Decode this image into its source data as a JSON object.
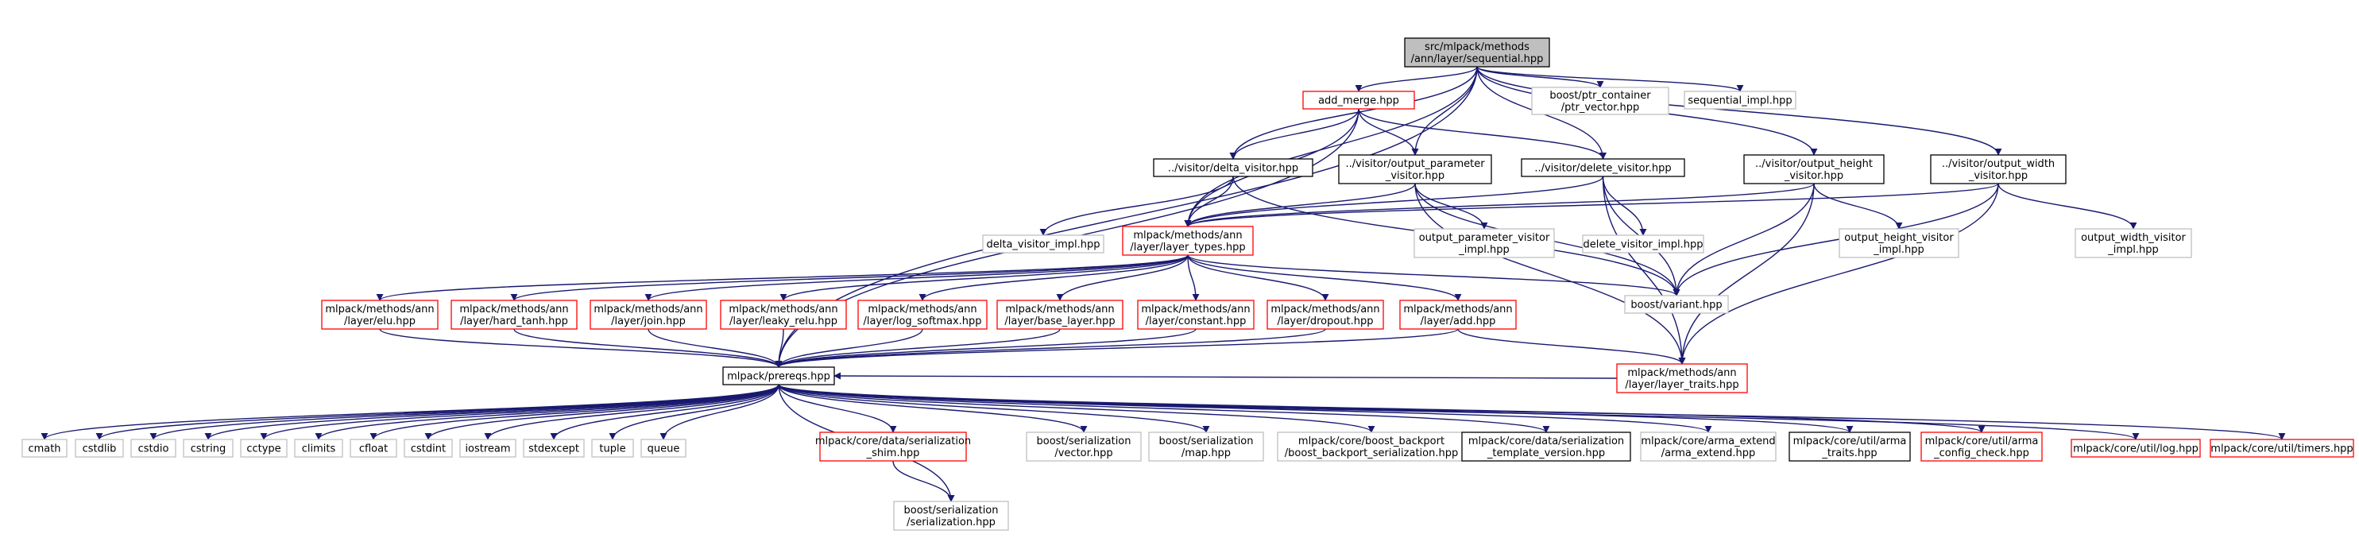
{
  "colors": {
    "edge": "#191970",
    "root_fill": "#bfbfbf",
    "box_default": "#000000",
    "box_red": "#ff0000",
    "box_grey": "#bfbfbf",
    "fill": "#ffffff",
    "text": "#000000"
  },
  "nodes": [
    {
      "id": "root",
      "lines": [
        "src/mlpack/methods",
        "/ann/layer/sequential.hpp"
      ],
      "style": "root"
    },
    {
      "id": "add_merge",
      "lines": [
        "add_merge.hpp"
      ],
      "style": "red"
    },
    {
      "id": "ptr_vector",
      "lines": [
        "boost/ptr_container",
        "/ptr_vector.hpp"
      ],
      "style": "grey"
    },
    {
      "id": "sequential_impl",
      "lines": [
        "sequential_impl.hpp"
      ],
      "style": "grey"
    },
    {
      "id": "delta_visitor",
      "lines": [
        "../visitor/delta_visitor.hpp"
      ],
      "style": "black"
    },
    {
      "id": "output_parameter_visitor",
      "lines": [
        "../visitor/output_parameter",
        "_visitor.hpp"
      ],
      "style": "black"
    },
    {
      "id": "delete_visitor",
      "lines": [
        "../visitor/delete_visitor.hpp"
      ],
      "style": "black"
    },
    {
      "id": "output_height_visitor",
      "lines": [
        "../visitor/output_height",
        "_visitor.hpp"
      ],
      "style": "black"
    },
    {
      "id": "output_width_visitor",
      "lines": [
        "../visitor/output_width",
        "_visitor.hpp"
      ],
      "style": "black"
    },
    {
      "id": "delta_visitor_impl",
      "lines": [
        "delta_visitor_impl.hpp"
      ],
      "style": "grey"
    },
    {
      "id": "layer_types",
      "lines": [
        "mlpack/methods/ann",
        "/layer/layer_types.hpp"
      ],
      "style": "red"
    },
    {
      "id": "output_parameter_visitor_impl",
      "lines": [
        "output_parameter_visitor",
        "_impl.hpp"
      ],
      "style": "grey"
    },
    {
      "id": "delete_visitor_impl",
      "lines": [
        "delete_visitor_impl.hpp"
      ],
      "style": "grey"
    },
    {
      "id": "output_height_visitor_impl",
      "lines": [
        "output_height_visitor",
        "_impl.hpp"
      ],
      "style": "grey"
    },
    {
      "id": "output_width_visitor_impl",
      "lines": [
        "output_width_visitor",
        "_impl.hpp"
      ],
      "style": "grey"
    },
    {
      "id": "elu",
      "lines": [
        "mlpack/methods/ann",
        "/layer/elu.hpp"
      ],
      "style": "red"
    },
    {
      "id": "hard_tanh",
      "lines": [
        "mlpack/methods/ann",
        "/layer/hard_tanh.hpp"
      ],
      "style": "red"
    },
    {
      "id": "join",
      "lines": [
        "mlpack/methods/ann",
        "/layer/join.hpp"
      ],
      "style": "red"
    },
    {
      "id": "leaky_relu",
      "lines": [
        "mlpack/methods/ann",
        "/layer/leaky_relu.hpp"
      ],
      "style": "red"
    },
    {
      "id": "log_softmax",
      "lines": [
        "mlpack/methods/ann",
        "/layer/log_softmax.hpp"
      ],
      "style": "red"
    },
    {
      "id": "base_layer",
      "lines": [
        "mlpack/methods/ann",
        "/layer/base_layer.hpp"
      ],
      "style": "red"
    },
    {
      "id": "constant",
      "lines": [
        "mlpack/methods/ann",
        "/layer/constant.hpp"
      ],
      "style": "red"
    },
    {
      "id": "dropout",
      "lines": [
        "mlpack/methods/ann",
        "/layer/dropout.hpp"
      ],
      "style": "red"
    },
    {
      "id": "add",
      "lines": [
        "mlpack/methods/ann",
        "/layer/add.hpp"
      ],
      "style": "red"
    },
    {
      "id": "variant",
      "lines": [
        "boost/variant.hpp"
      ],
      "style": "grey"
    },
    {
      "id": "prereqs",
      "lines": [
        "mlpack/prereqs.hpp"
      ],
      "style": "black"
    },
    {
      "id": "layer_traits",
      "lines": [
        "mlpack/methods/ann",
        "/layer/layer_traits.hpp"
      ],
      "style": "red"
    },
    {
      "id": "cmath",
      "lines": [
        "cmath"
      ],
      "style": "grey"
    },
    {
      "id": "cstdlib",
      "lines": [
        "cstdlib"
      ],
      "style": "grey"
    },
    {
      "id": "cstdio",
      "lines": [
        "cstdio"
      ],
      "style": "grey"
    },
    {
      "id": "cstring",
      "lines": [
        "cstring"
      ],
      "style": "grey"
    },
    {
      "id": "cctype",
      "lines": [
        "cctype"
      ],
      "style": "grey"
    },
    {
      "id": "climits",
      "lines": [
        "climits"
      ],
      "style": "grey"
    },
    {
      "id": "cfloat",
      "lines": [
        "cfloat"
      ],
      "style": "grey"
    },
    {
      "id": "cstdint",
      "lines": [
        "cstdint"
      ],
      "style": "grey"
    },
    {
      "id": "iostream",
      "lines": [
        "iostream"
      ],
      "style": "grey"
    },
    {
      "id": "stdexcept",
      "lines": [
        "stdexcept"
      ],
      "style": "grey"
    },
    {
      "id": "tuple",
      "lines": [
        "tuple"
      ],
      "style": "grey"
    },
    {
      "id": "queue",
      "lines": [
        "queue"
      ],
      "style": "grey"
    },
    {
      "id": "serialization_shim",
      "lines": [
        "mlpack/core/data/serialization",
        "_shim.hpp"
      ],
      "style": "red"
    },
    {
      "id": "ser_vector",
      "lines": [
        "boost/serialization",
        "/vector.hpp"
      ],
      "style": "grey"
    },
    {
      "id": "ser_map",
      "lines": [
        "boost/serialization",
        "/map.hpp"
      ],
      "style": "grey"
    },
    {
      "id": "boost_backport",
      "lines": [
        "mlpack/core/boost_backport",
        "/boost_backport_serialization.hpp"
      ],
      "style": "grey"
    },
    {
      "id": "template_version",
      "lines": [
        "mlpack/core/data/serialization",
        "_template_version.hpp"
      ],
      "style": "black"
    },
    {
      "id": "arma_extend",
      "lines": [
        "mlpack/core/arma_extend",
        "/arma_extend.hpp"
      ],
      "style": "grey"
    },
    {
      "id": "arma_traits",
      "lines": [
        "mlpack/core/util/arma",
        "_traits.hpp"
      ],
      "style": "black"
    },
    {
      "id": "arma_config_check",
      "lines": [
        "mlpack/core/util/arma",
        "_config_check.hpp"
      ],
      "style": "red"
    },
    {
      "id": "log",
      "lines": [
        "mlpack/core/util/log.hpp"
      ],
      "style": "red"
    },
    {
      "id": "timers",
      "lines": [
        "mlpack/core/util/timers.hpp"
      ],
      "style": "red"
    },
    {
      "id": "ser_serialization",
      "lines": [
        "boost/serialization",
        "/serialization.hpp"
      ],
      "style": "grey"
    }
  ],
  "edges": [
    [
      "root",
      "add_merge"
    ],
    [
      "root",
      "ptr_vector"
    ],
    [
      "root",
      "sequential_impl"
    ],
    [
      "root",
      "delta_visitor"
    ],
    [
      "root",
      "output_parameter_visitor"
    ],
    [
      "root",
      "delete_visitor"
    ],
    [
      "root",
      "output_height_visitor"
    ],
    [
      "root",
      "output_width_visitor"
    ],
    [
      "root",
      "layer_types"
    ],
    [
      "root",
      "prereqs"
    ],
    [
      "add_merge",
      "delta_visitor"
    ],
    [
      "add_merge",
      "output_parameter_visitor"
    ],
    [
      "add_merge",
      "delete_visitor"
    ],
    [
      "add_merge",
      "layer_types"
    ],
    [
      "add_merge",
      "prereqs"
    ],
    [
      "delta_visitor",
      "delta_visitor_impl"
    ],
    [
      "delta_visitor",
      "layer_types"
    ],
    [
      "delta_visitor",
      "variant"
    ],
    [
      "output_parameter_visitor",
      "output_parameter_visitor_impl"
    ],
    [
      "output_parameter_visitor",
      "layer_types"
    ],
    [
      "output_parameter_visitor",
      "variant"
    ],
    [
      "output_parameter_visitor",
      "layer_traits"
    ],
    [
      "delete_visitor",
      "delete_visitor_impl"
    ],
    [
      "delete_visitor",
      "layer_types"
    ],
    [
      "delete_visitor",
      "variant"
    ],
    [
      "delete_visitor",
      "layer_traits"
    ],
    [
      "output_height_visitor",
      "output_height_visitor_impl"
    ],
    [
      "output_height_visitor",
      "layer_types"
    ],
    [
      "output_height_visitor",
      "variant"
    ],
    [
      "output_height_visitor",
      "layer_traits"
    ],
    [
      "output_width_visitor",
      "output_width_visitor_impl"
    ],
    [
      "output_width_visitor",
      "layer_types"
    ],
    [
      "output_width_visitor",
      "variant"
    ],
    [
      "output_width_visitor",
      "layer_traits"
    ],
    [
      "layer_types",
      "elu"
    ],
    [
      "layer_types",
      "hard_tanh"
    ],
    [
      "layer_types",
      "join"
    ],
    [
      "layer_types",
      "leaky_relu"
    ],
    [
      "layer_types",
      "log_softmax"
    ],
    [
      "layer_types",
      "base_layer"
    ],
    [
      "layer_types",
      "constant"
    ],
    [
      "layer_types",
      "dropout"
    ],
    [
      "layer_types",
      "add"
    ],
    [
      "layer_types",
      "variant"
    ],
    [
      "elu",
      "prereqs"
    ],
    [
      "hard_tanh",
      "prereqs"
    ],
    [
      "join",
      "prereqs"
    ],
    [
      "leaky_relu",
      "prereqs"
    ],
    [
      "log_softmax",
      "prereqs"
    ],
    [
      "base_layer",
      "prereqs"
    ],
    [
      "constant",
      "prereqs"
    ],
    [
      "dropout",
      "prereqs"
    ],
    [
      "add",
      "prereqs"
    ],
    [
      "add",
      "layer_traits"
    ],
    [
      "layer_traits",
      "prereqs"
    ],
    [
      "prereqs",
      "cmath"
    ],
    [
      "prereqs",
      "cstdlib"
    ],
    [
      "prereqs",
      "cstdio"
    ],
    [
      "prereqs",
      "cstring"
    ],
    [
      "prereqs",
      "cctype"
    ],
    [
      "prereqs",
      "climits"
    ],
    [
      "prereqs",
      "cfloat"
    ],
    [
      "prereqs",
      "cstdint"
    ],
    [
      "prereqs",
      "iostream"
    ],
    [
      "prereqs",
      "stdexcept"
    ],
    [
      "prereqs",
      "tuple"
    ],
    [
      "prereqs",
      "queue"
    ],
    [
      "prereqs",
      "serialization_shim"
    ],
    [
      "prereqs",
      "ser_vector"
    ],
    [
      "prereqs",
      "ser_map"
    ],
    [
      "prereqs",
      "boost_backport"
    ],
    [
      "prereqs",
      "template_version"
    ],
    [
      "prereqs",
      "arma_extend"
    ],
    [
      "prereqs",
      "arma_traits"
    ],
    [
      "prereqs",
      "arma_config_check"
    ],
    [
      "prereqs",
      "log"
    ],
    [
      "prereqs",
      "timers"
    ],
    [
      "prereqs",
      "ser_serialization"
    ],
    [
      "serialization_shim",
      "ser_serialization"
    ]
  ]
}
